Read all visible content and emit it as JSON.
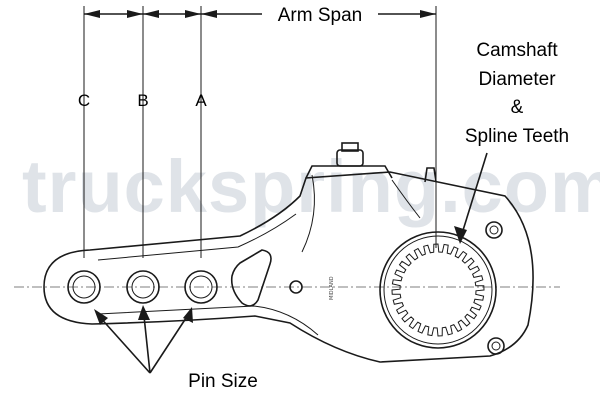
{
  "labels": {
    "arm_span": "Arm Span",
    "camshaft_line1": "Camshaft",
    "camshaft_line2": "Diameter",
    "camshaft_line3": "&",
    "camshaft_line4": "Spline Teeth",
    "pin_c": "C",
    "pin_b": "B",
    "pin_a": "A",
    "pin_size": "Pin Size"
  },
  "watermark": "truckspring.com",
  "body_stamp": "MIDLAND",
  "colors": {
    "ink": "#1a1a1a",
    "watermark": "#dfe3e8",
    "background": "#ffffff"
  }
}
